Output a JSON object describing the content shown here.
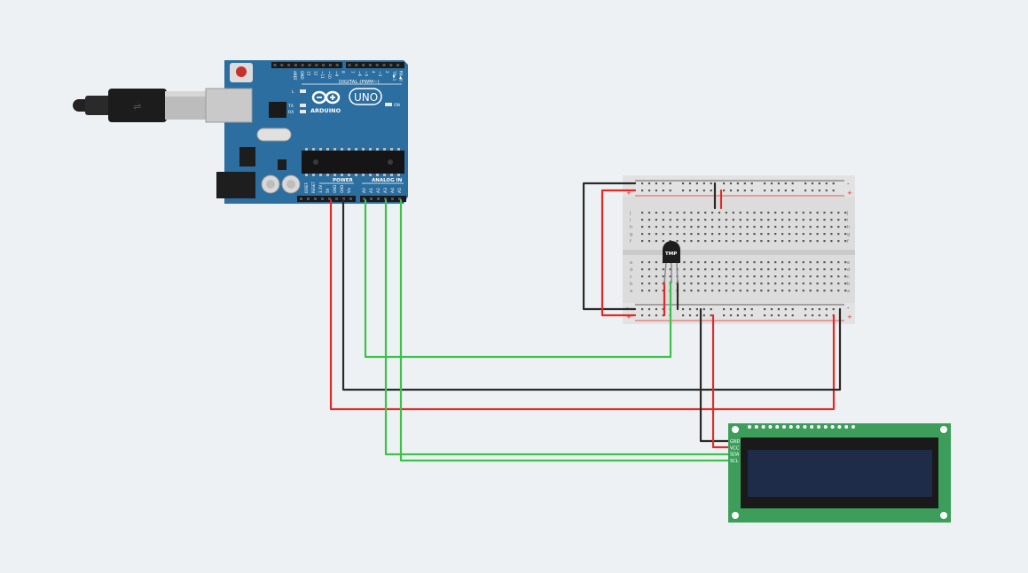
{
  "arduino": {
    "brand": "ARDUINO",
    "model": "UNO",
    "digital_header": "DIGITAL (PWM~)",
    "power_header": "POWER",
    "analog_header": "ANALOG IN",
    "on_label": "ON",
    "led_l": "L",
    "led_tx": "TX",
    "led_rx": "RX",
    "digital_pins": [
      "AREF",
      "GND",
      "13",
      "12",
      "~11",
      "~10",
      "~9",
      "8",
      "7",
      "~6",
      "~5",
      "4",
      "~3",
      "2",
      "TX▶1",
      "RX◀0"
    ],
    "power_pins": [
      "IOREF",
      "RESET",
      "3.3V",
      "5V",
      "GND",
      "GND",
      "Vin"
    ],
    "analog_pins": [
      "A0",
      "A1",
      "A2",
      "A3",
      "A4",
      "A5"
    ]
  },
  "breadboard": {
    "row_letters_top": [
      "j",
      "i",
      "h",
      "g",
      "f"
    ],
    "row_letters_bottom": [
      "e",
      "d",
      "c",
      "b",
      "a"
    ],
    "minus": "-",
    "plus": "+"
  },
  "sensor": {
    "label": "TMP"
  },
  "lcd": {
    "pins": [
      "GND",
      "VCC",
      "SDA",
      "SCL"
    ]
  },
  "colors": {
    "background": "#eef1f3",
    "arduino_board": "#2b6e9f",
    "wire_red": "#e02a26",
    "wire_black": "#2a2a2a",
    "wire_green": "#3cc24a",
    "lcd_pcb": "#3c9e5a",
    "lcd_screen": "#1e2c4a"
  }
}
